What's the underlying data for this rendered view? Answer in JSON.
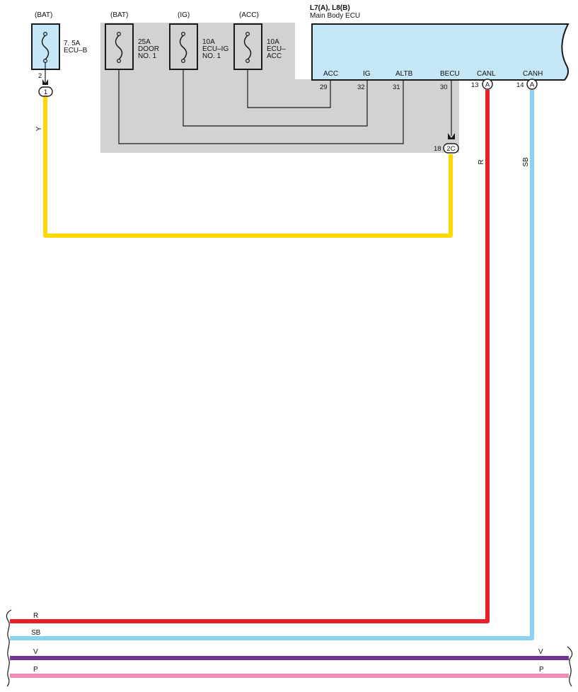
{
  "ecu": {
    "code": "L7(A), L8(B)",
    "name": "Main Body ECU",
    "terminals": {
      "acc": {
        "name": "ACC",
        "pin": "29"
      },
      "ig": {
        "name": "IG",
        "pin": "32"
      },
      "altb": {
        "name": "ALTB",
        "pin": "31"
      },
      "becu": {
        "name": "BECU",
        "pin": "30"
      },
      "canl": {
        "name": "CANL",
        "pin": "13",
        "connector": "A"
      },
      "canh": {
        "name": "CANH",
        "pin": "14",
        "connector": "A"
      }
    }
  },
  "fuses": {
    "ecu_b": {
      "source": "(BAT)",
      "rating": "7. 5A",
      "name1": "ECU–B",
      "name2": "",
      "pin": "2"
    },
    "door1": {
      "source": "(BAT)",
      "rating": "25A",
      "name1": "DOOR",
      "name2": "NO. 1"
    },
    "ecu_ig": {
      "source": "(IG)",
      "rating": "10A",
      "name1": "ECU–IG",
      "name2": "NO. 1"
    },
    "ecu_acc": {
      "source": "(ACC)",
      "rating": "10A",
      "name1": "ECU–",
      "name2": "ACC"
    }
  },
  "connectors": {
    "j1": {
      "label": "1"
    },
    "j2c": {
      "label": "2C",
      "pin": "18"
    }
  },
  "wires": {
    "y": {
      "color_code": "Y",
      "hex": "#FFD800"
    },
    "r": {
      "color_code": "R",
      "hex": "#E8202A"
    },
    "sb": {
      "color_code": "SB",
      "hex": "#8CD3F0"
    },
    "v": {
      "color_code": "V",
      "hex": "#6E3592"
    },
    "p": {
      "color_code": "P",
      "hex": "#F08CB8"
    }
  },
  "colors": {
    "ecu_fill": "#C6E7F7",
    "junction_block": "#D1D2D4",
    "line": "#1A1A1A"
  }
}
